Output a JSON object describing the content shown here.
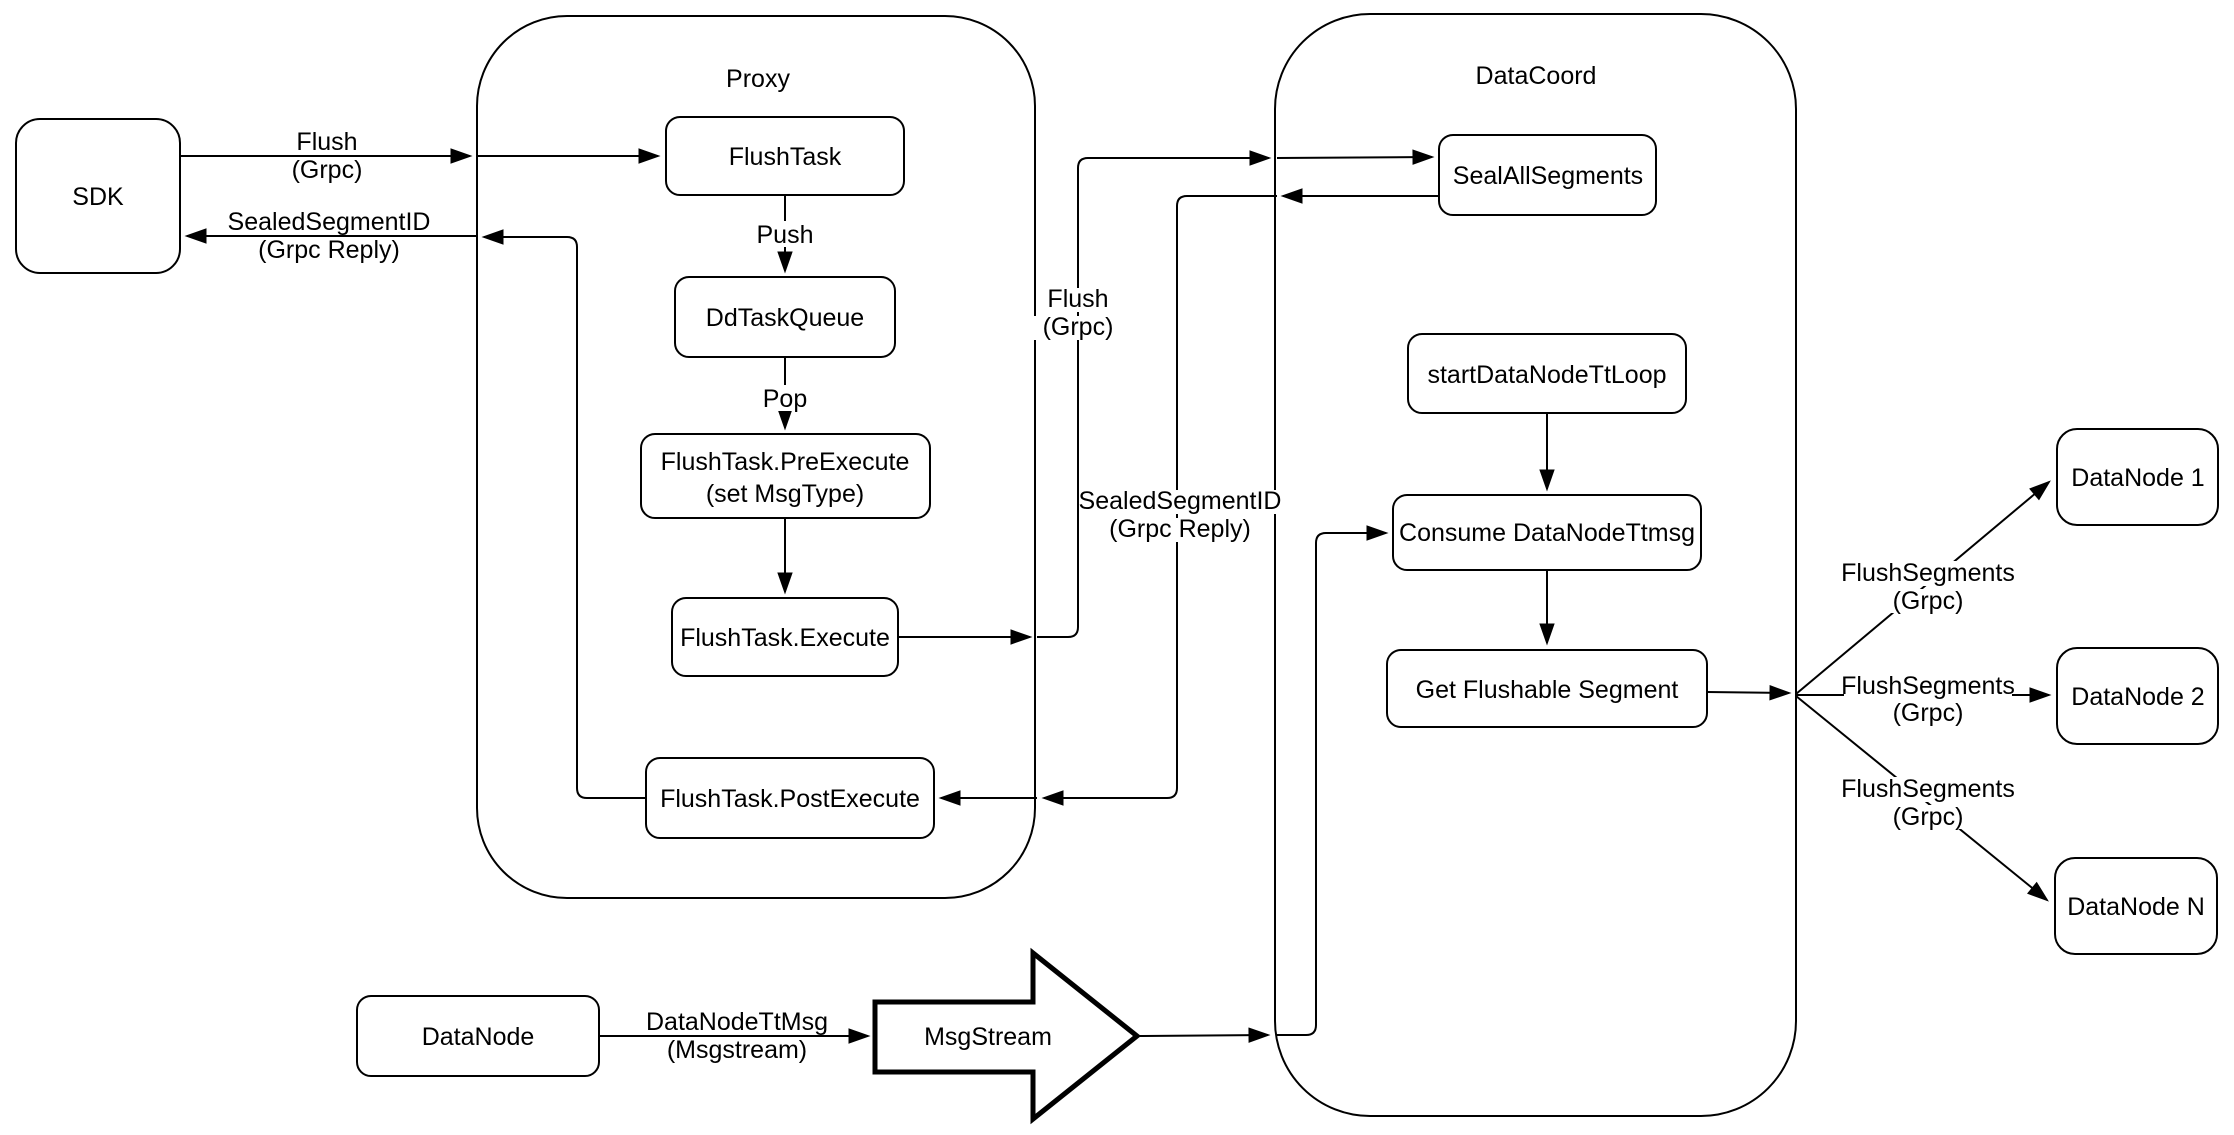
{
  "diagram": {
    "title_context": "Flush data flow diagram",
    "colors": {
      "stroke": "#000000",
      "fill": "#ffffff",
      "background": "#ffffff"
    },
    "containers": {
      "proxy": {
        "label": "Proxy"
      },
      "datacoord": {
        "label": "DataCoord"
      }
    },
    "nodes": {
      "sdk": {
        "label": "SDK"
      },
      "flush_task": {
        "label": "FlushTask"
      },
      "dd_task_queue": {
        "label": "DdTaskQueue"
      },
      "pre_execute": {
        "label": "FlushTask.PreExecute",
        "sublabel": "(set MsgType)"
      },
      "execute": {
        "label": "FlushTask.Execute"
      },
      "post_execute": {
        "label": "FlushTask.PostExecute"
      },
      "seal_all_segments": {
        "label": "SealAllSegments"
      },
      "start_datanode_tt_loop": {
        "label": "startDataNodeTtLoop"
      },
      "consume_datanode_ttmsg": {
        "label": "Consume DataNodeTtmsg"
      },
      "get_flushable_segment": {
        "label": "Get Flushable Segment"
      },
      "datanode_1": {
        "label": "DataNode 1"
      },
      "datanode_2": {
        "label": "DataNode 2"
      },
      "datanode_n": {
        "label": "DataNode N"
      },
      "datanode_source": {
        "label": "DataNode"
      },
      "msgstream": {
        "label": "MsgStream"
      }
    },
    "edge_labels": {
      "flush_sdk_proxy": {
        "line1": "Flush",
        "line2": "(Grpc)"
      },
      "sealed_proxy_sdk": {
        "line1": "SealedSegmentID",
        "line2": "(Grpc Reply)"
      },
      "push": {
        "label": "Push"
      },
      "pop": {
        "label": "Pop"
      },
      "flush_proxy_datacoord": {
        "line1": "Flush",
        "line2": "(Grpc)"
      },
      "sealed_datacoord_proxy": {
        "line1": "SealedSegmentID",
        "line2": "(Grpc Reply)"
      },
      "flush_segments_1": {
        "line1": "FlushSegments",
        "line2": "(Grpc)"
      },
      "flush_segments_2": {
        "line1": "FlushSegments",
        "line2": "(Grpc)"
      },
      "flush_segments_n": {
        "line1": "FlushSegments",
        "line2": "(Grpc)"
      },
      "datanode_ttmsg": {
        "line1": "DataNodeTtMsg",
        "line2": "(Msgstream)"
      }
    }
  }
}
